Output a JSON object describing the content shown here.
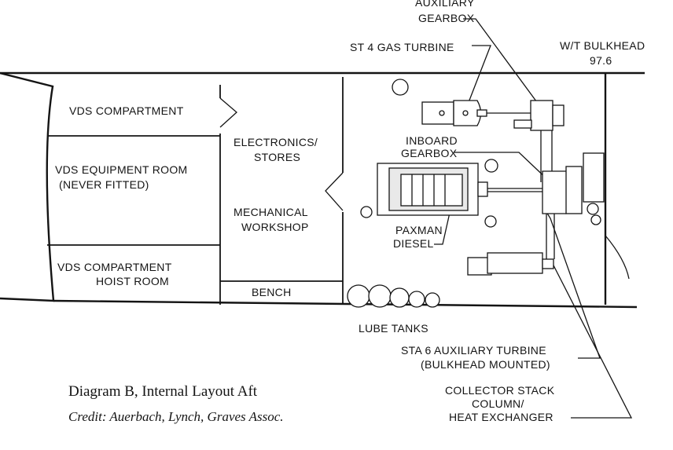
{
  "labels": {
    "auxiliary_gearbox_line1": "AUXILIARY",
    "auxiliary_gearbox_line2": "GEARBOX",
    "st4_gas_turbine": "ST 4 GAS TURBINE",
    "wt_bulkhead_line1": "W/T BULKHEAD",
    "wt_bulkhead_line2": "97.6",
    "vds_compartment": "VDS COMPARTMENT",
    "vds_equipment_room_line1": "VDS EQUIPMENT ROOM",
    "vds_equipment_room_line2": "(NEVER FITTED)",
    "vds_hoist_room_line1": "VDS COMPARTMENT",
    "vds_hoist_room_line2": "HOIST ROOM",
    "electronics_stores_line1": "ELECTRONICS/",
    "electronics_stores_line2": "STORES",
    "mechanical_workshop_line1": "MECHANICAL",
    "mechanical_workshop_line2": "WORKSHOP",
    "bench": "BENCH",
    "inboard_gearbox_line1": "INBOARD",
    "inboard_gearbox_line2": "GEARBOX",
    "paxman_diesel_line1": "PAXMAN",
    "paxman_diesel_line2": "DIESEL",
    "lube_tanks": "LUBE TANKS",
    "sta6_turbine_line1": "STA 6 AUXILIARY TURBINE",
    "sta6_turbine_line2": "(BULKHEAD MOUNTED)",
    "collector_stack_line1": "COLLECTOR STACK",
    "collector_stack_line2": "COLUMN/",
    "collector_stack_line3": "HEAT EXCHANGER"
  },
  "caption": {
    "title": "Diagram B, Internal Layout Aft",
    "credit": "Credit: Auerbach, Lynch, Graves Assoc."
  }
}
